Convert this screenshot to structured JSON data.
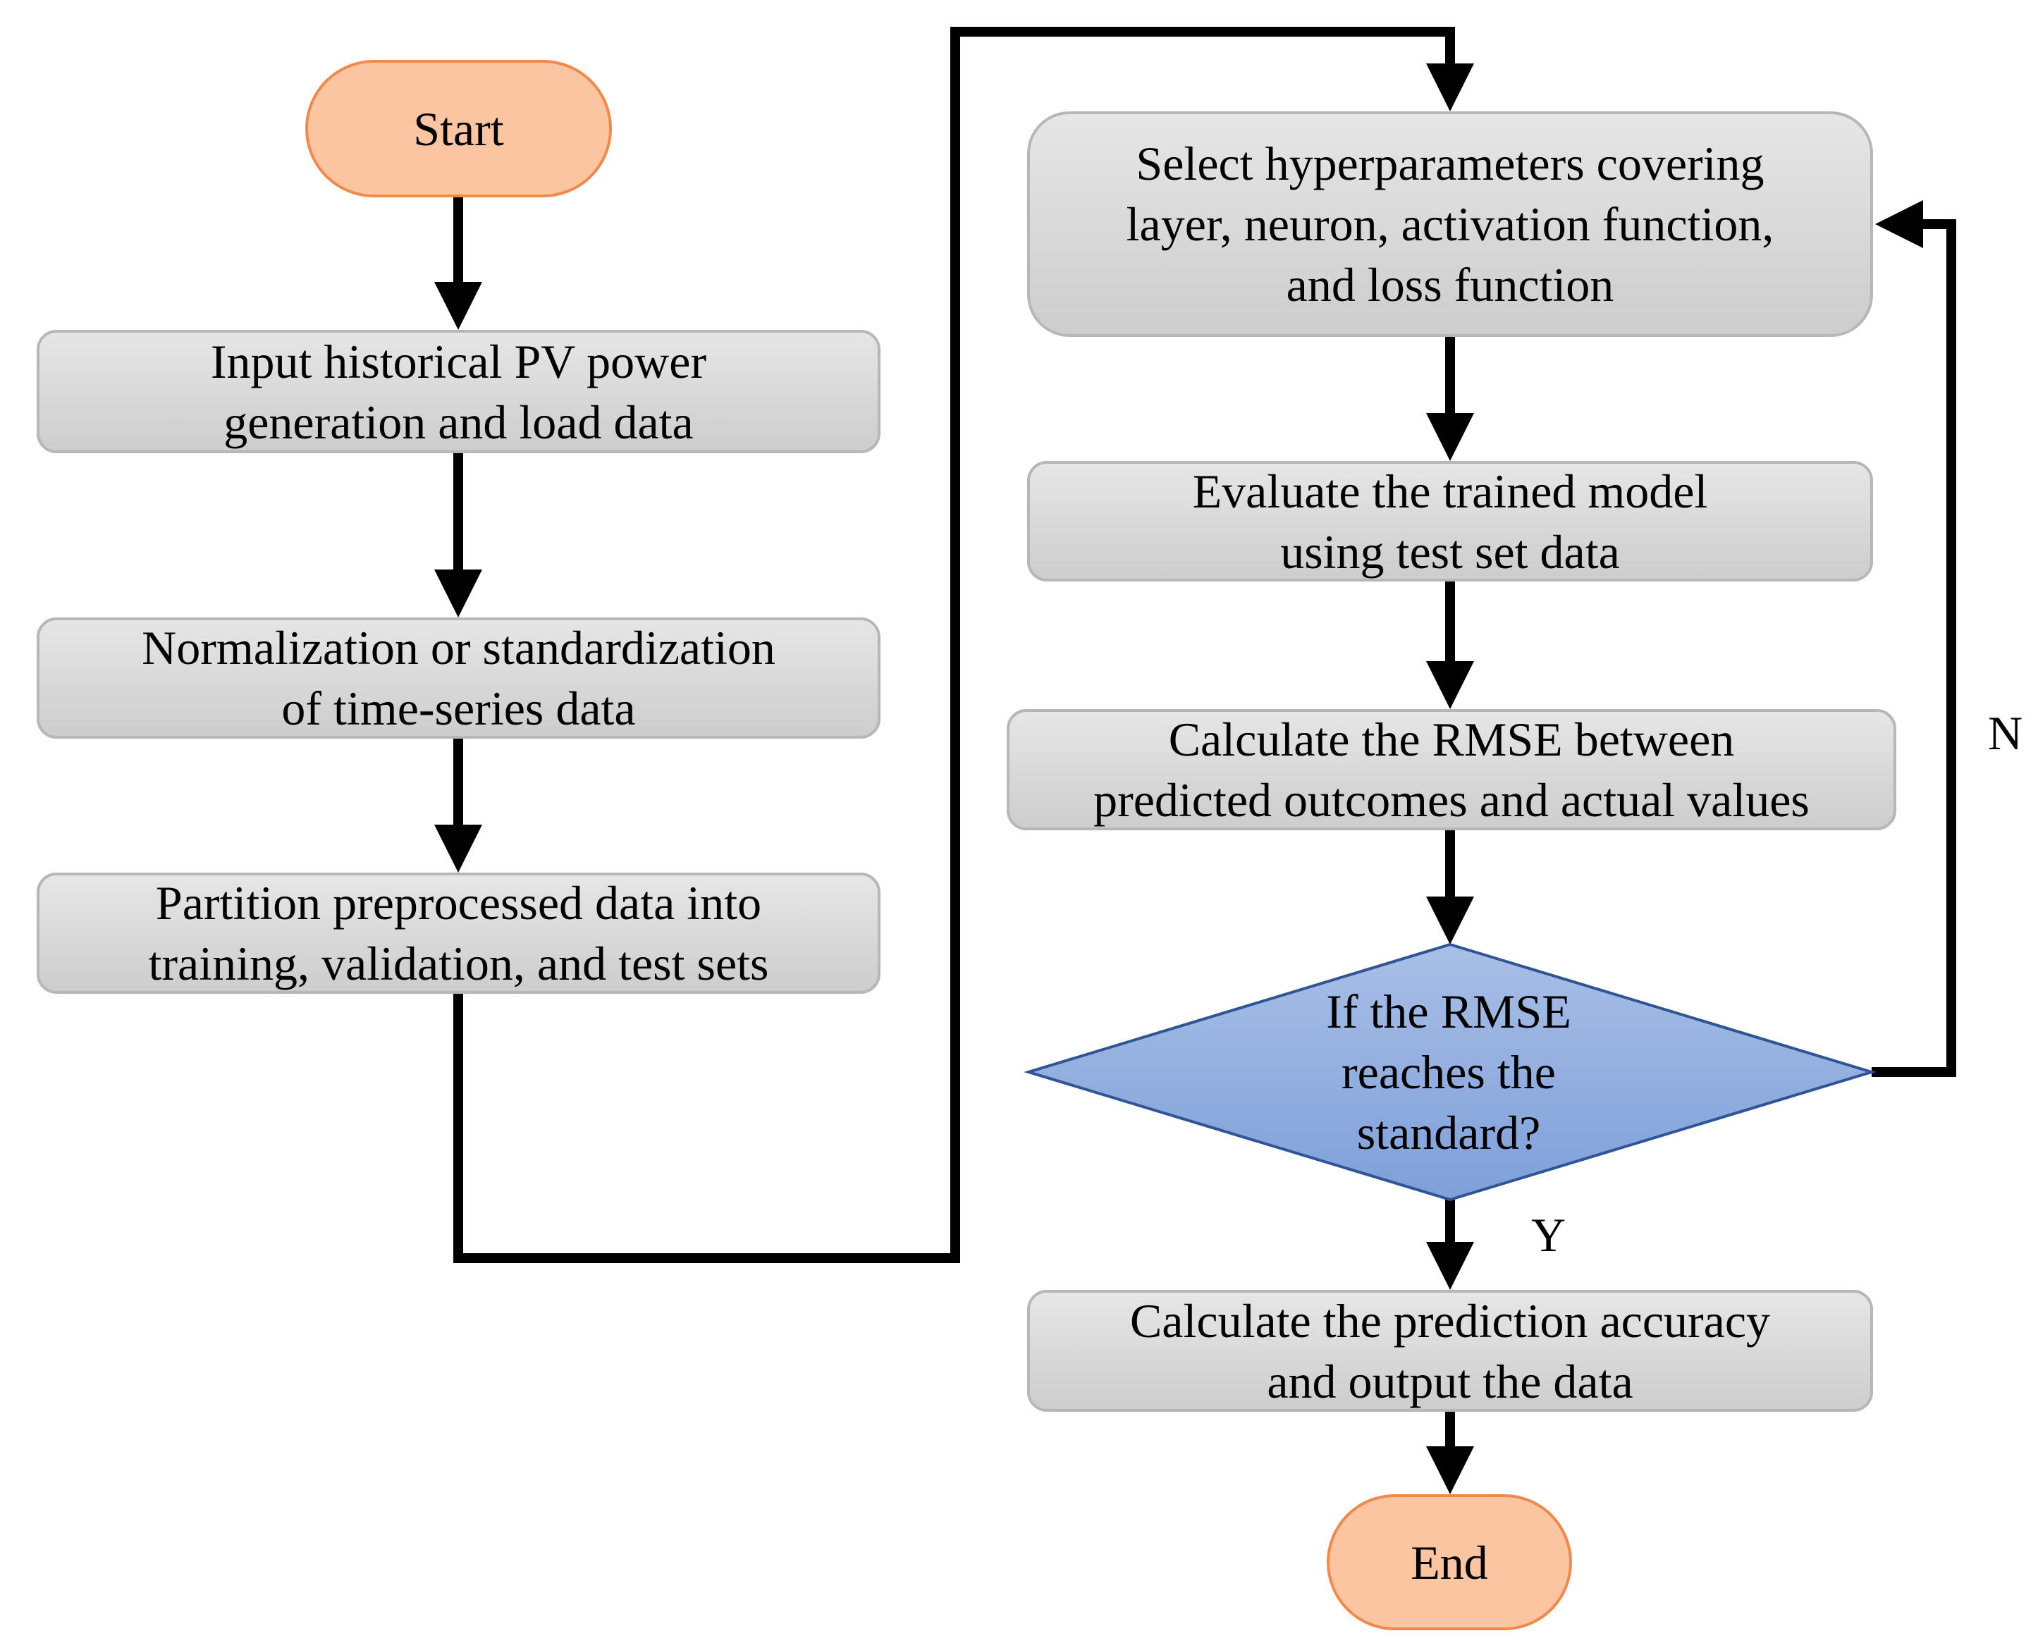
{
  "nodes": {
    "start": "Start",
    "input": "Input historical PV power\ngeneration and load data",
    "normalize": "Normalization or standardization\nof time-series data",
    "partition": "Partition preprocessed data into\ntraining, validation, and test sets",
    "hyperparams": "Select hyperparameters covering\nlayer, neuron, activation function,\nand loss function",
    "evaluate": "Evaluate the trained model\nusing test set data",
    "rmse": "Calculate the RMSE between\npredicted outcomes and actual values",
    "decision": "If the RMSE\nreaches the\nstandard?",
    "accuracy": "Calculate the prediction accuracy\nand output the data",
    "end": "End"
  },
  "edge_labels": {
    "yes": "Y",
    "no": "N"
  },
  "colors": {
    "terminal_fill": "#fbc5a2",
    "terminal_border": "#ef8a4c",
    "process_fill": "#d9d9d9",
    "decision_fill": "#8eaadb",
    "decision_border": "#2f5597",
    "arrow": "#000000"
  }
}
